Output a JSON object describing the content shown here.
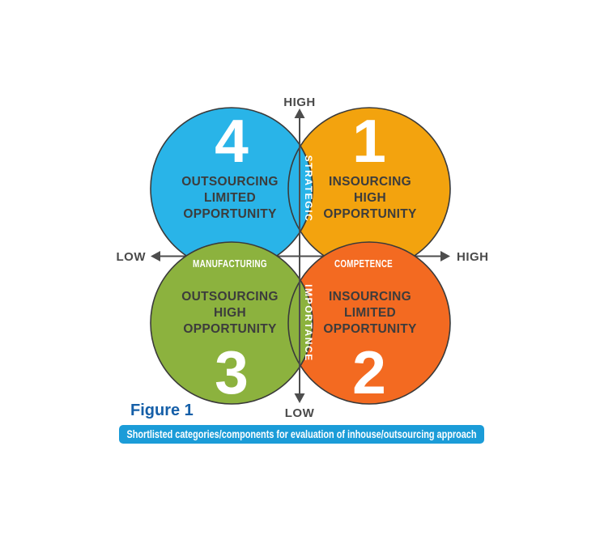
{
  "figure": {
    "caption": "Figure 1",
    "banner": "Shortlisted categories/components for evaluation of inhouse/outsourcing approach"
  },
  "axes": {
    "vertical": {
      "top": "HIGH",
      "bottom": "LOW",
      "upper_name": "STRATEGIC",
      "lower_name": "IMPORTANCE"
    },
    "horizontal": {
      "left": "LOW",
      "right": "HIGH",
      "left_name": "MANUFACTURING",
      "right_name": "COMPETENCE"
    }
  },
  "quadrants": [
    {
      "position": "top-right",
      "number": "1",
      "lines": [
        "INSOURCING",
        "HIGH",
        "OPPORTUNITY"
      ],
      "color": "#F3A30E"
    },
    {
      "position": "bottom-right",
      "number": "2",
      "lines": [
        "INSOURCING",
        "LIMITED",
        "OPPORTUNITY"
      ],
      "color": "#F36A21"
    },
    {
      "position": "bottom-left",
      "number": "3",
      "lines": [
        "OUTSOURCING",
        "HIGH",
        "OPPORTUNITY"
      ],
      "color": "#8CB23E"
    },
    {
      "position": "top-left",
      "number": "4",
      "lines": [
        "OUTSOURCING",
        "LIMITED",
        "OPPORTUNITY"
      ],
      "color": "#29B4E8"
    }
  ],
  "colors": {
    "banner_bg": "#1B9CD8",
    "caption": "#155FA8",
    "axis": "#4D4D4D",
    "axis_label": "#4A4A4A",
    "quadrant_text": "#3C3C3C",
    "number": "#FFFFFF",
    "circle_stroke": "#3A3A3A"
  }
}
